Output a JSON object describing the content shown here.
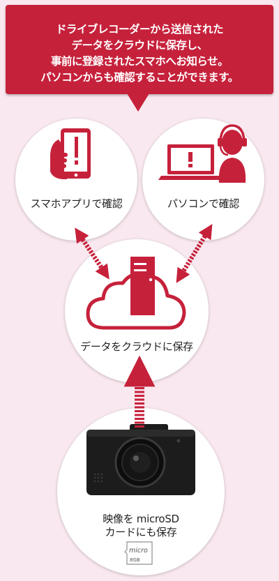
{
  "banner": {
    "lines": [
      "ドライブレコーダーから送信された",
      "データをクラウドに保存し、",
      "事前に登録されたスマホへお知らせ。",
      "パソコンからも確認することができます。"
    ]
  },
  "nodes": {
    "smartphone": {
      "label": "スマホアプリで確認"
    },
    "pc": {
      "label": "パソコンで確認"
    },
    "cloud": {
      "label": "データをクラウドに保存"
    },
    "camera": {
      "label_line1": "映像を microSD",
      "label_line2": "カードにも保存"
    }
  },
  "sdcard": {
    "brand": "micro",
    "size": "8GB"
  },
  "colors": {
    "accent": "#c6213b",
    "background": "#f9e8ef",
    "camera": "#1c1c1c"
  },
  "icons": [
    "smartphone-alert-icon",
    "pc-operator-icon",
    "cloud-server-icon",
    "dashcam-icon",
    "microsd-card-icon"
  ]
}
